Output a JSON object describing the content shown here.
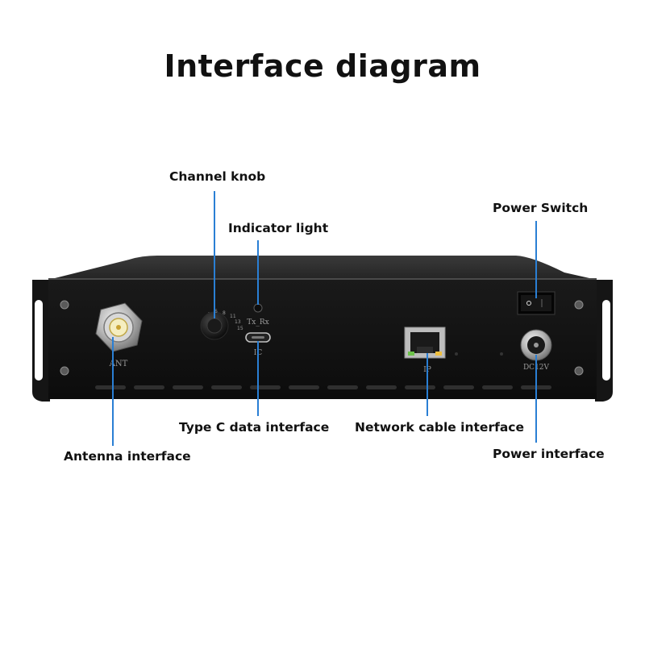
{
  "title": "Interface diagram",
  "callouts": {
    "channel_knob": "Channel knob",
    "indicator_light": "Indicator light",
    "power_switch": "Power Switch",
    "type_c": "Type C data interface",
    "network": "Network cable interface",
    "antenna": "Antenna interface",
    "power_interface": "Power interface"
  },
  "panel_markings": {
    "ant": "ANT",
    "tx_rx": "Tx_Rx",
    "ic": "IC",
    "ip": "IP",
    "dc": "DC12V"
  },
  "colors": {
    "leader_line": "#2a7fd4",
    "chassis": "#1c1c1c",
    "panel": "#101010"
  }
}
